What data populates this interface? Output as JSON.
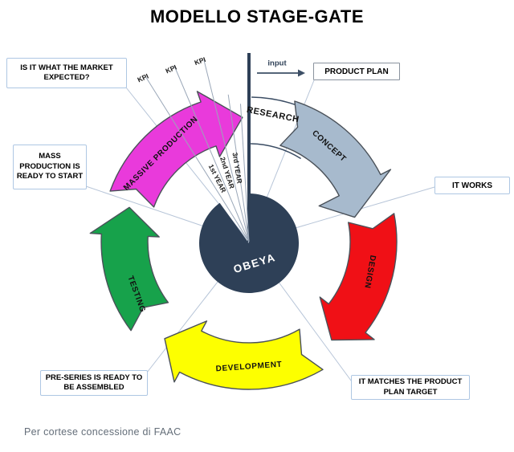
{
  "title": "MODELLO STAGE-GATE",
  "caption": "Per cortese concessione di FAAC",
  "center": {
    "label": "OBEYA",
    "color": "#2E4057"
  },
  "input": {
    "label": "input"
  },
  "research": {
    "label": "RESEARCH"
  },
  "stages": {
    "concept": {
      "label": "CONCEPT",
      "color": "#A7BACD"
    },
    "design": {
      "label": "DESIGN",
      "color": "#F01016"
    },
    "development": {
      "label": "DEVELOPMENT",
      "color": "#FDFF00"
    },
    "testing": {
      "label": "TESTING",
      "color": "#17A24B"
    },
    "massive_production": {
      "label": "MASSIVE PRODUCTION",
      "color": "#E93ADB"
    }
  },
  "milestones": {
    "market_expected": "IS IT WHAT THE MARKET EXPECTED?",
    "mass_production": "MASS PRODUCTION IS READY TO START",
    "product_plan": "PRODUCT PLAN",
    "it_works": "IT WORKS",
    "it_matches": "IT MATCHES THE PRODUCT PLAN TARGET",
    "pre_series": "PRE-SERIES IS READY TO BE ASSEMBLED"
  },
  "kpi": {
    "labels": [
      "KPI",
      "KPI",
      "KPI"
    ]
  },
  "years": {
    "labels": [
      "1st YEAR",
      "2nd YEAR",
      "3rd YEAR"
    ]
  }
}
